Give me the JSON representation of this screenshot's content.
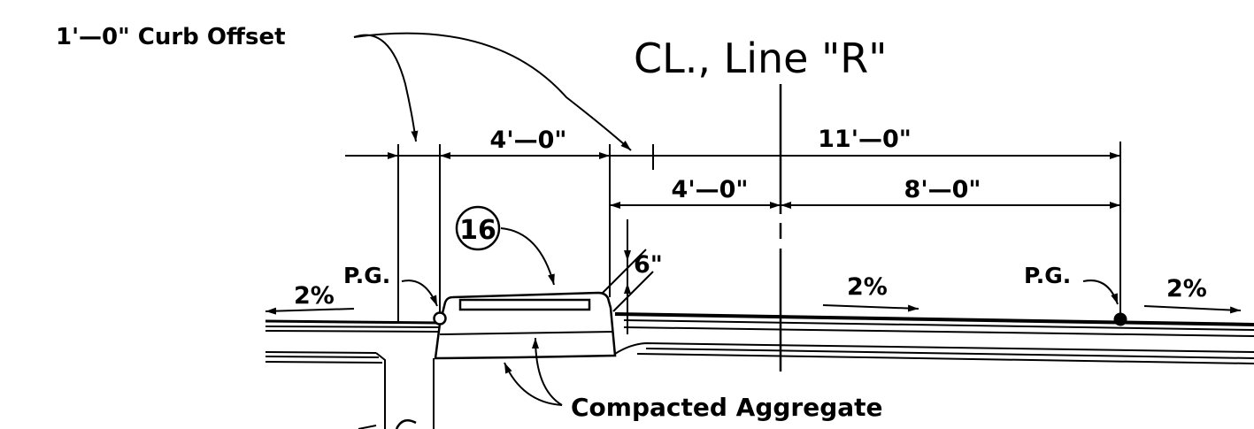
{
  "labels": {
    "curb_offset": "1'—0\" Curb Offset",
    "centerline": "CL., Line \"R\"",
    "dim_left_4ft": "4'—0\"",
    "dim_top_11ft": "11'—0\"",
    "dim_mid_4ft": "4'—0\"",
    "dim_right_8ft": "8'—0\"",
    "dim_6in": "6\"",
    "callout_number": "16",
    "slope_left": "2%",
    "slope_center": "2%",
    "slope_right": "2%",
    "pg_left": "P.G.",
    "pg_right": "P.G.",
    "compacted_aggregate": "Compacted Aggregate"
  },
  "colors": {
    "ink": "#000000",
    "background": "#ffffff"
  }
}
